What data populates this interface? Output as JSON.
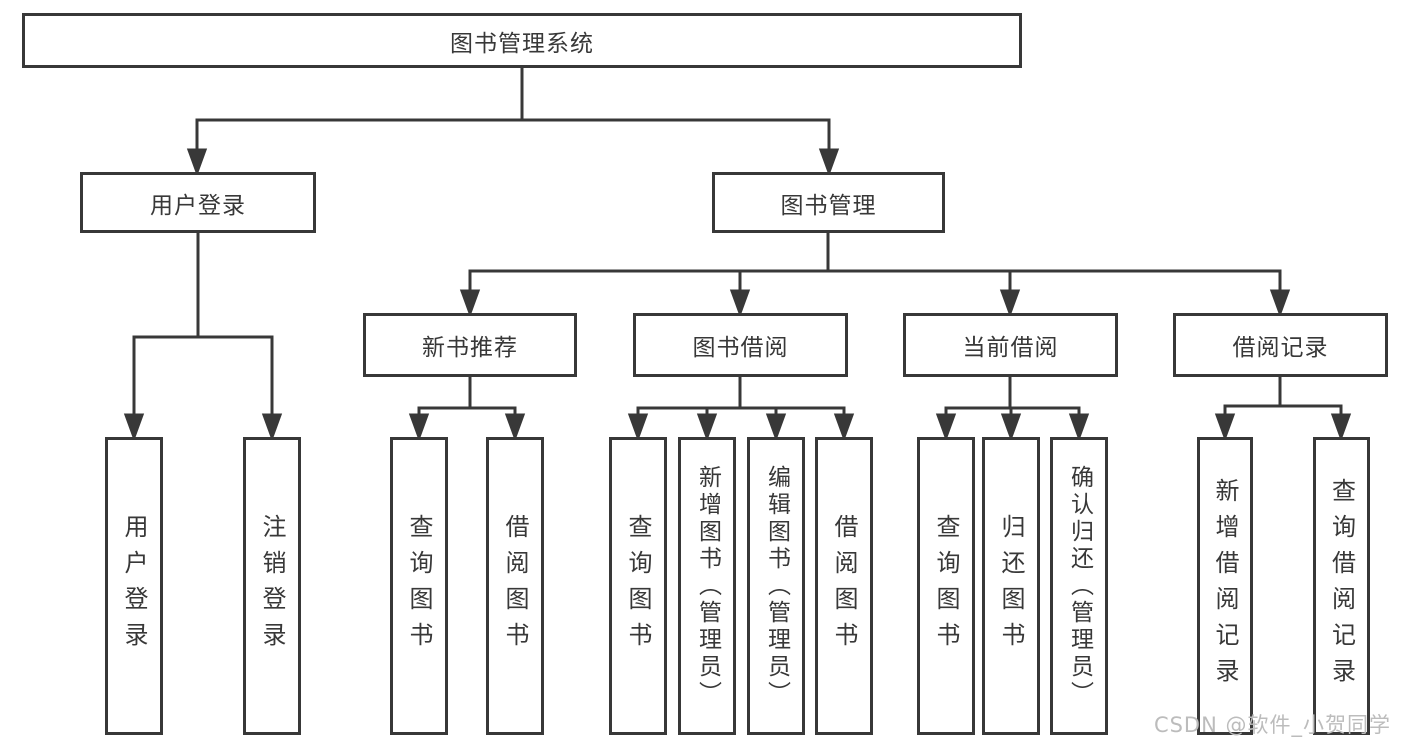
{
  "diagram": {
    "root": "图书管理系统",
    "branches": {
      "user_login": "用户登录",
      "book_mgmt": "图书管理"
    },
    "modules": {
      "new_books": "新书推荐",
      "borrow": "图书借阅",
      "current": "当前借阅",
      "records": "借阅记录"
    },
    "leaves": {
      "user_login_1": "用户登录",
      "user_login_2": "注销登录",
      "new_books_1": "查询图书",
      "new_books_2": "借阅图书",
      "borrow_1": "查询图书",
      "borrow_2": "新增图书（管理员）",
      "borrow_3": "编辑图书（管理员）",
      "borrow_4": "借阅图书",
      "current_1": "查询图书",
      "current_2": "归还图书",
      "current_3": "确认归还（管理员）",
      "records_1": "新增借阅记录",
      "records_2": "查询借阅记录"
    }
  },
  "watermark": "CSDN @软件_小贺同学",
  "colors": {
    "line": "#383838",
    "text": "#383838",
    "watermark": "#bcbcbc",
    "background": "#ffffff"
  }
}
